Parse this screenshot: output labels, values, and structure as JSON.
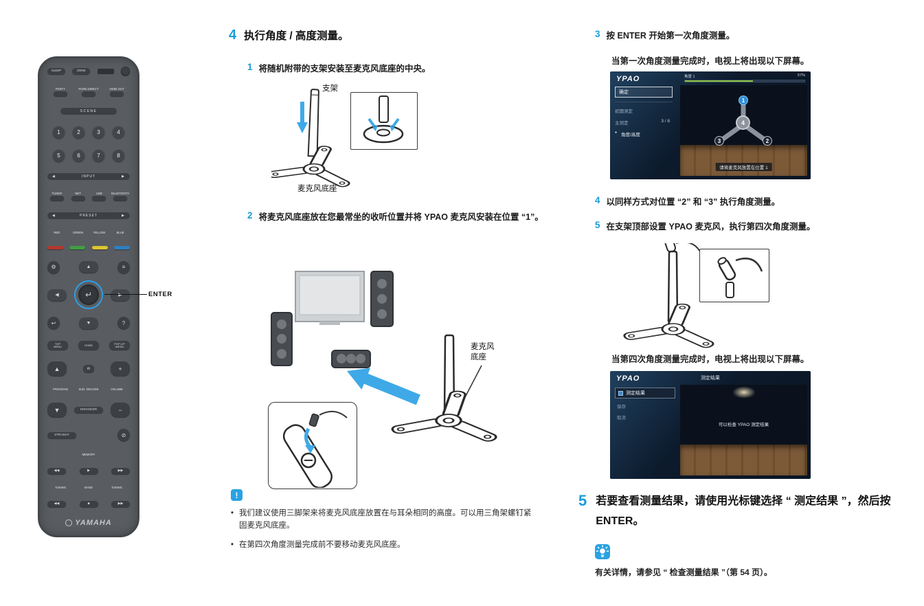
{
  "colors": {
    "accent_blue": "#1a9cd8",
    "figure_arrow_blue": "#3fa9e8",
    "note_icon_blue": "#2aa2e2",
    "progress_green": "#8ac63f",
    "remote_body": "#595d61",
    "key_red": "#b5382e",
    "key_green": "#3f9e43",
    "key_yellow": "#dfc530",
    "key_blue": "#2e7fc2"
  },
  "remote": {
    "enter_callout": "ENTER",
    "numbers": [
      "1",
      "2",
      "3",
      "4",
      "5",
      "6",
      "7",
      "8"
    ],
    "labels": {
      "sleep": "SLEEP",
      "zone": "ZONE",
      "party": "PARTY",
      "pure": "PURE DIRECT",
      "hdmi": "HDMI OUT",
      "scene": "SCENE",
      "input": "INPUT",
      "tuner": "TUNER",
      "net": "NET",
      "usb": "USB",
      "bt": "BLUETOOTH",
      "preset": "PRESET",
      "red": "RED",
      "green": "GREEN",
      "yellow": "YELLOW",
      "blue": "BLUE",
      "topmenu": "TOP\nMENU",
      "home": "HOME",
      "popup": "POP-UP\n/MENU",
      "program": "PROGRAM",
      "surdecode": "SUR. DECODE",
      "volume": "VOLUME",
      "ai": "AI",
      "enhancer": "ENHANCER",
      "straight": "STRAIGHT",
      "memory": "MEMORY",
      "band": "BAND",
      "tuning": "TUNING",
      "brand": "YAMAHA"
    },
    "icons": {
      "left": "◀",
      "right": "▶",
      "up": "▲",
      "down": "▼",
      "enter": "↵",
      "return": "↩",
      "help": "?",
      "gear": "⚙",
      "menu": "≡",
      "plus": "+",
      "minus": "−",
      "mute": "⊘",
      "prev": "◀◀",
      "play": "▶",
      "next": "▶▶",
      "stop": "■"
    }
  },
  "mid": {
    "step4_num": "4",
    "step4_title": "执行角度 / 高度测量。",
    "sub1_num": "1",
    "sub1_text": "将随机附带的支架安装至麦克风底座的中央。",
    "fig1_stand": "支架",
    "fig1_base": "麦克风底座",
    "sub2_num": "2",
    "sub2_text": "将麦克风底座放在您最常坐的收听位置并将 YPAO 麦克风安装在位置 “1”。",
    "fig2_label": "麦克风\n底座",
    "note_icon": "!",
    "note_b1": "我们建议使用三脚架来将麦克风底座放置在与耳朵相同的高度。可以用三角架螺钉紧固麦克风底座。",
    "note_b2": "在第四次角度测量完成前不要移动麦克风底座。"
  },
  "right": {
    "step3_num": "3",
    "step3_title": "按 ENTER 开始第一次角度测量。",
    "step3_desc": "当第一次角度测量完成时，电视上将出现以下屏幕。",
    "step4_num": "4",
    "step4_title": "以同样方式对位置 “2” 和 “3” 执行角度测量。",
    "step5_num": "5",
    "step5_title": "在支架顶部设置 YPAO 麦克风，执行第四次角度测量。",
    "tv2_desc": "当第四次角度测量完成时，电视上将出现以下屏幕。",
    "step5big_num": "5",
    "step5big_text": "若要查看测量结果，请使用光标键选择 “ 测定结果 ”，然后按 ENTER。",
    "tip_text": "有关详情，请参见 “ 检查测量结果 ”（第 54 页）。"
  },
  "tv1": {
    "logo": "YPAO",
    "progress_label": "角度 1",
    "progress_pct": "57%",
    "menu_ok": "确定",
    "menu_1": "初期测定",
    "menu_2": "主测定",
    "menu_2_count": "3 / 8",
    "menu_3_bullet": "●",
    "menu_3": "角度/高度",
    "pos1": "1",
    "pos2": "2",
    "pos3": "3",
    "pos4": "4",
    "hint": "请将麦克风放置在位置 1"
  },
  "tv2": {
    "logo": "YPAO",
    "title": "测定结果",
    "menu_0": "测定结果",
    "menu_1": "保存",
    "menu_2": "取消",
    "hint": "可以检查 YPAO 测定结果"
  }
}
